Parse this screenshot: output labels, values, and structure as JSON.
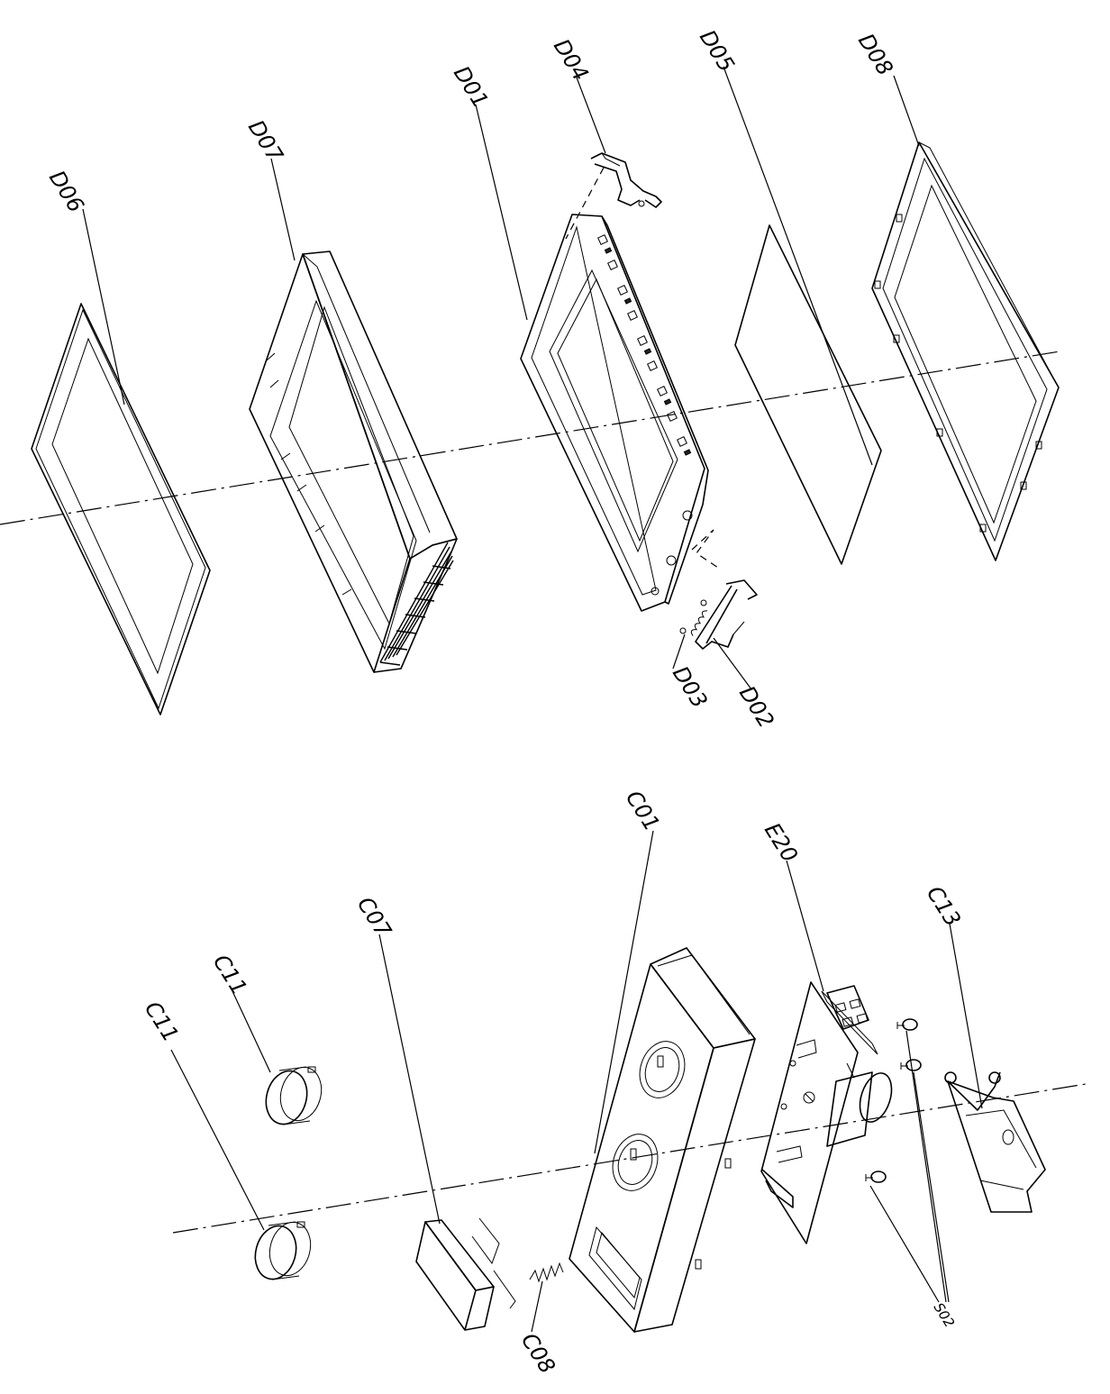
{
  "labels": {
    "D06": "D06",
    "D07": "D07",
    "D01": "D01",
    "D04": "D04",
    "D05": "D05",
    "D08": "D08",
    "D03": "D03",
    "D02": "D02",
    "C01": "C01",
    "E20": "E20",
    "C13": "C13",
    "C07": "C07",
    "C11_top": "C11",
    "C11_bottom": "C11",
    "C08": "C08",
    "S02": "S02"
  }
}
